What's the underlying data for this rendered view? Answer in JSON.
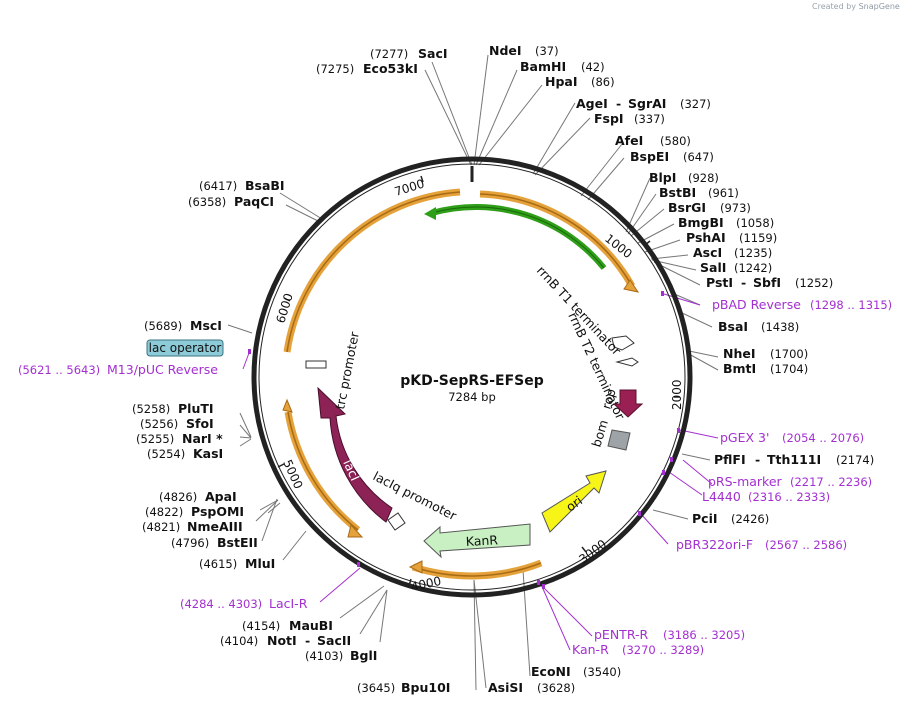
{
  "watermark": "Created by",
  "watermark_brand": "SnapGene",
  "plasmid": {
    "name": "pKD-SepRS-EFSep",
    "size": "7284 bp"
  },
  "ticks": [
    "1000",
    "2000",
    "3000",
    "4000",
    "5000",
    "6000",
    "7000"
  ],
  "features": {
    "rrnb_t1": "rrnB T1 terminator",
    "rrnb_t2": "rrnB T2 terminator",
    "rop": "rop",
    "bom": "bom",
    "ori": "ori",
    "kanr": "KanR",
    "laciq": "lacIq promoter",
    "laci": "lacI",
    "trc": "trc promoter",
    "lac_operator": "lac operator"
  },
  "sites": {
    "saci": {
      "pos": "(7277)",
      "name": "SacI"
    },
    "eco53ki": {
      "pos": "(7275)",
      "name": "Eco53kI"
    },
    "ndei": {
      "name": "NdeI",
      "pos": "(37)"
    },
    "bamhi": {
      "name": "BamHI",
      "pos": "(42)"
    },
    "hpai": {
      "name": "HpaI",
      "pos": "(86)"
    },
    "agei": {
      "name": "AgeI",
      "sep": "-",
      "name2": "SgrAI",
      "pos": "(327)"
    },
    "fspi": {
      "name": "FspI",
      "pos": "(337)"
    },
    "afei": {
      "name": "AfeI",
      "pos": "(580)"
    },
    "bspei": {
      "name": "BspEI",
      "pos": "(647)"
    },
    "blpi": {
      "name": "BlpI",
      "pos": "(928)"
    },
    "bstbi": {
      "name": "BstBI",
      "pos": "(961)"
    },
    "bsrgi": {
      "name": "BsrGI",
      "pos": "(973)"
    },
    "bmgbi": {
      "name": "BmgBI",
      "pos": "(1058)"
    },
    "pshai": {
      "name": "PshAI",
      "pos": "(1159)"
    },
    "asci": {
      "name": "AscI",
      "pos": "(1235)"
    },
    "sali": {
      "name": "SalI",
      "pos": "(1242)"
    },
    "psti": {
      "name": "PstI",
      "sep": "-",
      "name2": "SbfI",
      "pos": "(1252)"
    },
    "bsai": {
      "name": "BsaI",
      "pos": "(1438)"
    },
    "nhei": {
      "name": "NheI",
      "pos": "(1700)"
    },
    "bmti": {
      "name": "BmtI",
      "pos": "(1704)"
    },
    "pflfi": {
      "name": "PflFI",
      "sep": "-",
      "name2": "Tth111I",
      "pos": "(2174)"
    },
    "pcii": {
      "name": "PciI",
      "pos": "(2426)"
    },
    "econi": {
      "name": "EcoNI",
      "pos": "(3540)"
    },
    "asisi": {
      "name": "AsiSI",
      "pos": "(3628)"
    },
    "bpu10i": {
      "pos": "(3645)",
      "name": "Bpu10I"
    },
    "bgli": {
      "pos": "(4103)",
      "name": "BglI"
    },
    "noti": {
      "pos": "(4104)",
      "name": "NotI",
      "sep": "-",
      "name2": "SacII"
    },
    "maubi": {
      "pos": "(4154)",
      "name": "MauBI"
    },
    "mlui": {
      "pos": "(4615)",
      "name": "MluI"
    },
    "bsteii": {
      "pos": "(4796)",
      "name": "BstEII"
    },
    "nmeaiii": {
      "pos": "(4821)",
      "name": "NmeAIII"
    },
    "pspomi": {
      "pos": "(4822)",
      "name": "PspOMI"
    },
    "apai": {
      "pos": "(4826)",
      "name": "ApaI"
    },
    "kasi": {
      "pos": "(5254)",
      "name": "KasI"
    },
    "nari": {
      "pos": "(5255)",
      "name": "NarI *"
    },
    "sfoi": {
      "pos": "(5256)",
      "name": "SfoI"
    },
    "pluti": {
      "pos": "(5258)",
      "name": "PluTI"
    },
    "msci": {
      "pos": "(5689)",
      "name": "MscI"
    },
    "paqci": {
      "pos": "(6358)",
      "name": "PaqCI"
    },
    "bsabi": {
      "pos": "(6417)",
      "name": "BsaBI"
    }
  },
  "primers": {
    "pbad_rev": {
      "name": "pBAD Reverse",
      "range": "(1298 .. 1315)"
    },
    "pgex3": {
      "name": "pGEX 3'",
      "range": "(2054 .. 2076)"
    },
    "prs_marker": {
      "name": "pRS-marker",
      "range": "(2217 .. 2236)"
    },
    "l4440": {
      "name": "L4440",
      "range": "(2316 .. 2333)"
    },
    "pbr322ori": {
      "name": "pBR322ori-F",
      "range": "(2567 .. 2586)"
    },
    "pentr_r": {
      "name": "pENTR-R",
      "range": "(3186 .. 3205)"
    },
    "kan_r": {
      "name": "Kan-R",
      "range": "(3270 .. 3289)"
    },
    "laci_r": {
      "name": "LacI-R",
      "range": "(4284 .. 4303)"
    },
    "m13_puc_rev": {
      "range": "(5621 .. 5643)",
      "name": "M13/pUC Reverse"
    }
  },
  "colors": {
    "backbone": "#222222",
    "orange_feature": "#e5a23b",
    "green_feature": "#2f9e18",
    "terminator_arrow": "#ffffff",
    "rop": "#9a2054",
    "bom": "#9ea3a8",
    "ori": "#f7f417",
    "kanr": "#c8f0c2",
    "laci": "#8c2256",
    "primer": "#a42fd0",
    "lac_operator_box": "#8ecbd8"
  }
}
